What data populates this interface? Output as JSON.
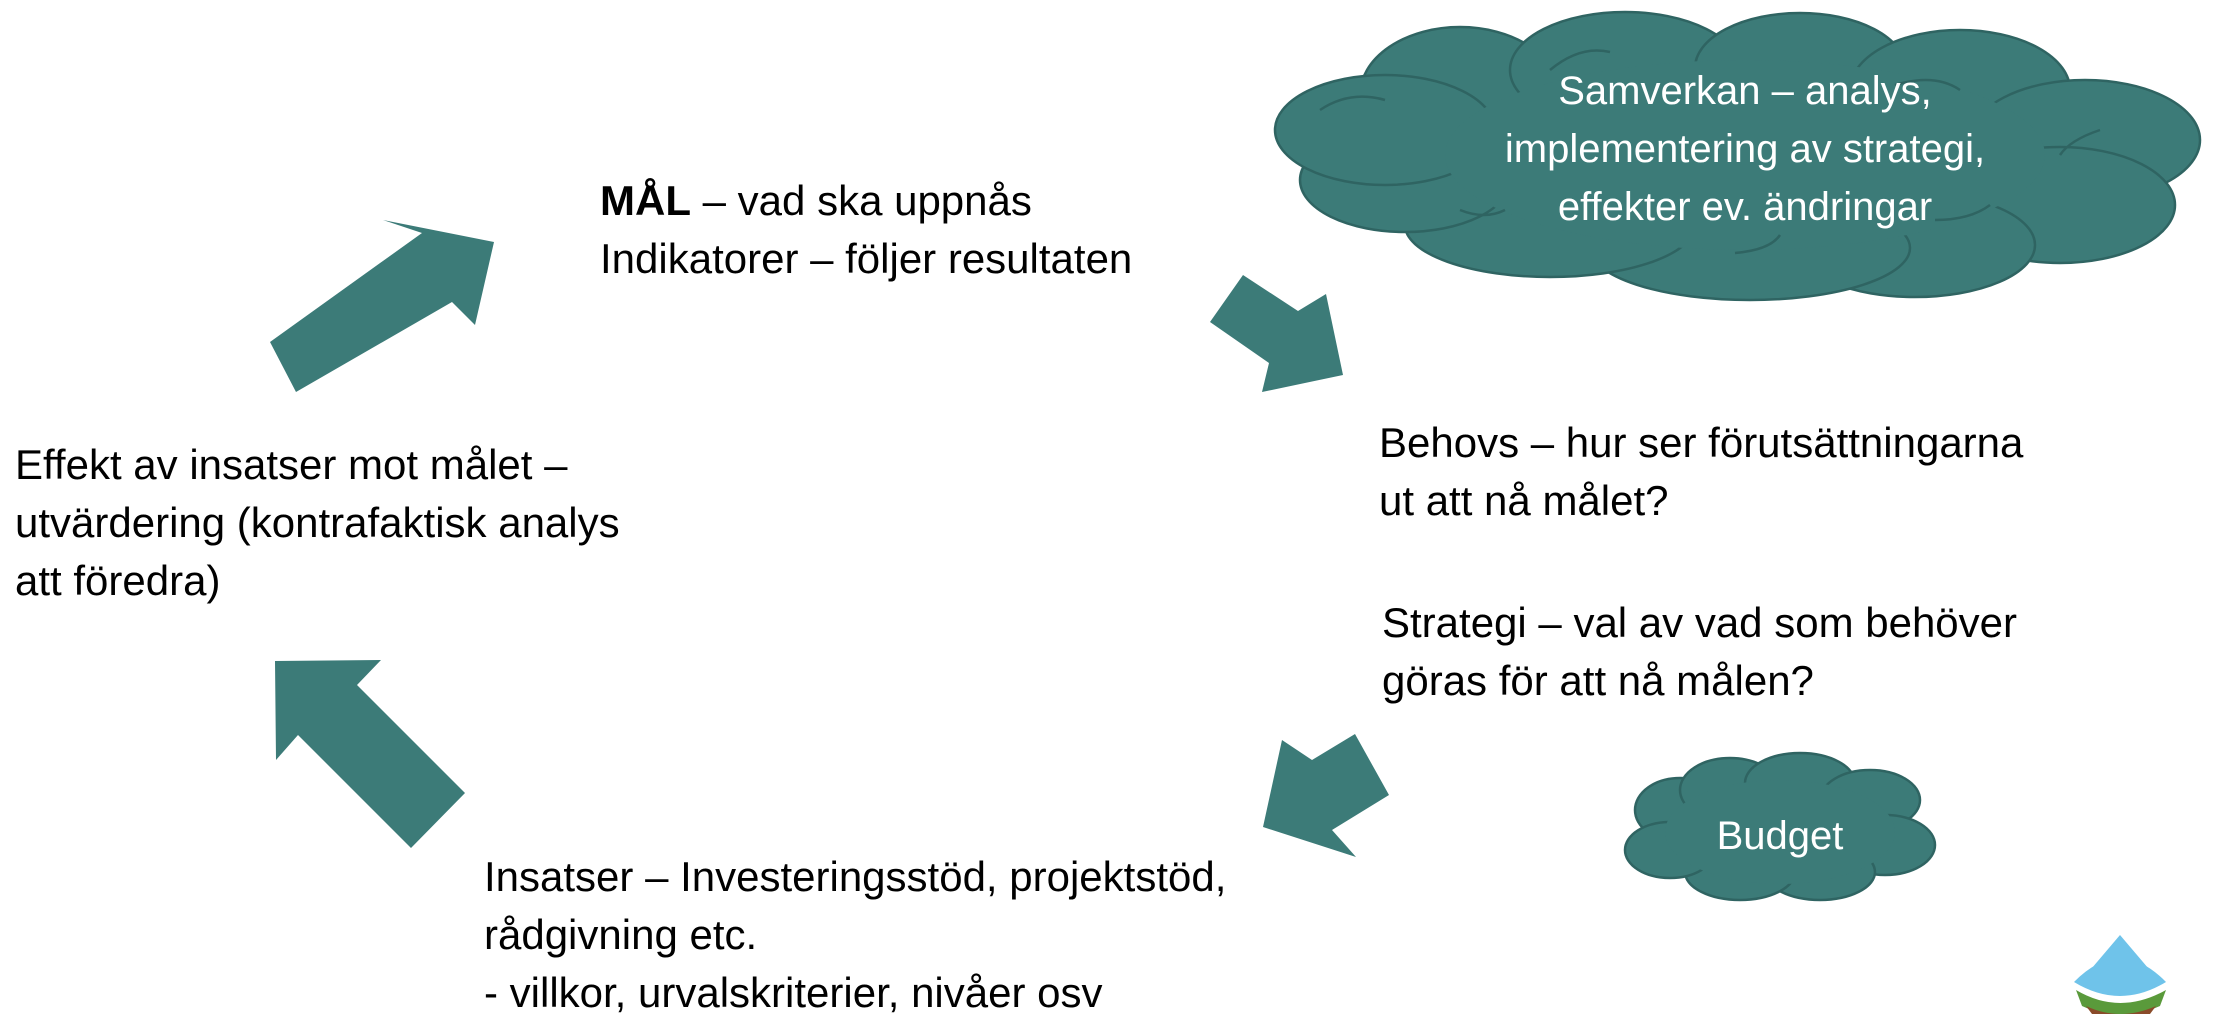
{
  "colors": {
    "arrow_fill": "#3C7B78",
    "cloud_fill": "#3C7B78",
    "cloud_stroke": "#2F6462",
    "text": "#000000",
    "cloud_text": "#FFFFFF",
    "logo_sky": "#6FC3EA",
    "logo_land": "#5A9A3B",
    "logo_earth": "#8A4B2A"
  },
  "goal": {
    "title_bold": "MÅL",
    "title_rest": " – vad ska uppnås",
    "line2": "Indikatorer – följer resultaten"
  },
  "needs": {
    "line1": "Behovs – hur ser förutsättningarna",
    "line2": "ut att nå målet?"
  },
  "strategy": {
    "line1": "Strategi – val av vad som behöver",
    "line2": "göras för att nå målen?"
  },
  "interventions": {
    "line1": "Insatser – Investeringsstöd, projektstöd,",
    "line2": "rådgivning etc.",
    "line3": "- villkor, urvalskriterier, nivåer osv"
  },
  "effect": {
    "line1": "Effekt av insatser mot målet –",
    "line2": "utvärdering (kontrafaktisk analys",
    "line3": "att föredra)"
  },
  "cooperation_cloud": {
    "line1": "Samverkan – analys,",
    "line2": "implementering av strategi,",
    "line3": "effekter ev. ändringar"
  },
  "budget_cloud": {
    "label": "Budget"
  },
  "icons": {
    "arrow_effect_to_goal": "arrow-up-right-icon",
    "arrow_goal_to_needs": "arrow-down-right-icon",
    "arrow_strategy_to_interventions": "arrow-down-left-icon",
    "arrow_interventions_to_effect": "arrow-up-left-icon",
    "logo": "landscape-logo-icon"
  }
}
